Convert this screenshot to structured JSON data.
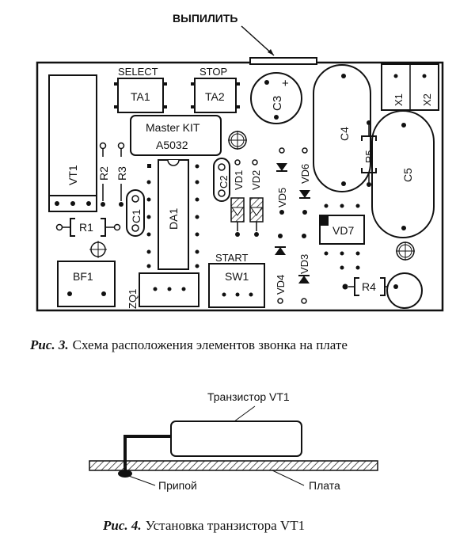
{
  "labels": {
    "cut_note": "ВЫПИЛИТЬ",
    "select": "SELECT",
    "stop": "STOP",
    "start": "START",
    "ta1": "TA1",
    "ta2": "TA2",
    "c3": "C3",
    "c3_plus": "+",
    "c4": "C4",
    "c5": "C5",
    "r5": "R5",
    "x1": "X1",
    "x2": "X2",
    "brand_line1": "Master KIT",
    "brand_line2": "A5032",
    "vt1": "VT1",
    "r2": "R2",
    "r3": "R3",
    "da1": "DA1",
    "c1": "C1",
    "c2": "C2",
    "vd1": "VD1",
    "vd2": "VD2",
    "vd3": "VD3",
    "vd4": "VD4",
    "vd5": "VD5",
    "vd6": "VD6",
    "vd7": "VD7",
    "r1": "R1",
    "r4": "R4",
    "bf1": "BF1",
    "zq1": "ZQ1",
    "sw1": "SW1"
  },
  "figure3": {
    "caption_num": "Рис. 3.",
    "caption_text": "Схема расположения элементов звонка на плате"
  },
  "figure4": {
    "transistor_label": "Транзистор VT1",
    "solder_label": "Припой",
    "board_label": "Плата",
    "caption_num": "Рис. 4.",
    "caption_text": "Установка транзистора VT1"
  }
}
